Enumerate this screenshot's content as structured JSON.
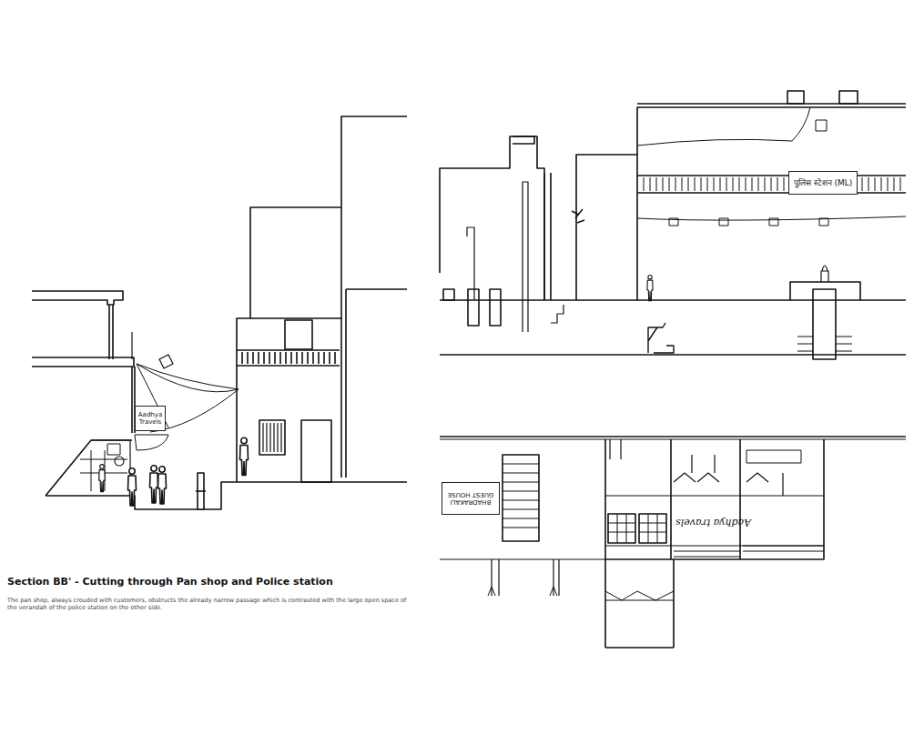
{
  "diagram": {
    "title": "Section BB' - Cutting through Pan shop and Police station",
    "caption": "The pan shop, always crouded with customers, obstructs the already narrow passage which is contrasted with the large open space of the verandah of the police station on the other side.",
    "nodes": [
      {
        "text": [
          "Aadhya Travels"
        ]
      },
      {
        "text": [
          "पुलिस स्टेशन (ML)"
        ]
      },
      {
        "text": [
          "BHADRAKALI GUEST HOUSE"
        ]
      }
    ],
    "labels": [
      "Aadhya travels"
    ]
  }
}
